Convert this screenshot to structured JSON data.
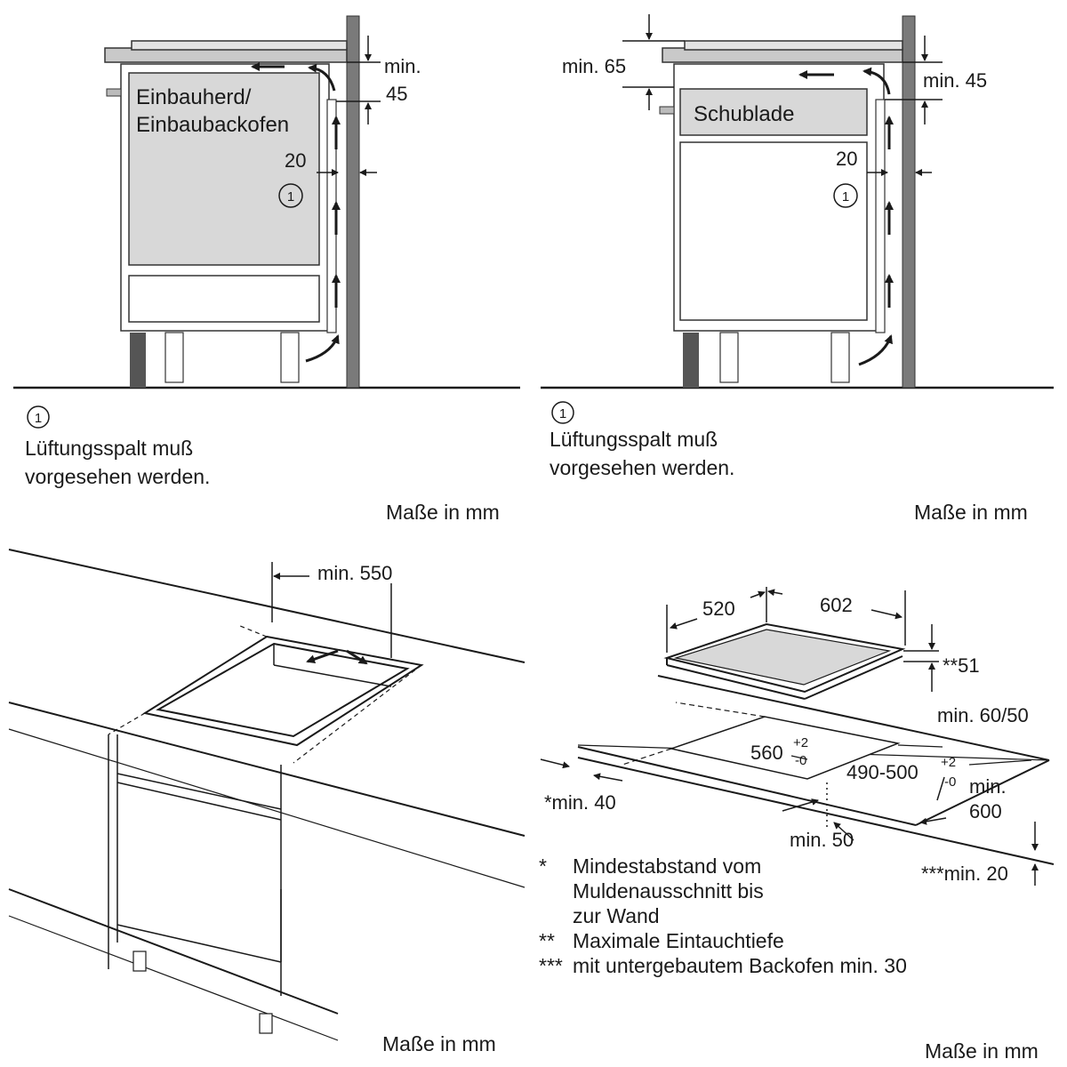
{
  "panels": {
    "top_left": {
      "appliance_label_1": "Einbauherd/",
      "appliance_label_2": "Einbaubackofen",
      "dim_min": "min.",
      "dim_45": "45",
      "dim_20": "20",
      "marker": "1"
    },
    "top_right": {
      "dim_min65": "min. 65",
      "dim_min45": "min. 45",
      "drawer_label": "Schublade",
      "dim_20": "20",
      "marker": "1"
    },
    "bottom_left": {
      "dim_min550": "min. 550"
    },
    "bottom_right": {
      "dim_520": "520",
      "dim_602": "602",
      "dim_51": "**51",
      "dim_min6050": "min. 60/50",
      "dim_560": "560",
      "tol_560_plus": "+2",
      "tol_560_minus": "-0",
      "dim_490500": "490-500",
      "tol_490_plus": "+2",
      "tol_490_minus": "-0",
      "dim_min600_1": "min.",
      "dim_min600_2": "600",
      "dim_min40": "*min. 40",
      "dim_min50": "min. 50",
      "dim_min20": "***min. 20"
    }
  },
  "notes": {
    "left_marker": "1",
    "left_line1": "Lüftungsspalt muß",
    "left_line2": "vorgesehen werden.",
    "right_marker": "1",
    "right_line1": "Lüftungsspalt muß",
    "right_line2": "vorgesehen werden."
  },
  "units": {
    "tl": "Maße in mm",
    "tr": "Maße in mm",
    "bl": "Maße in mm",
    "br": "Maße in mm"
  },
  "footnotes": [
    {
      "mark": "*",
      "text": "Mindestabstand vom"
    },
    {
      "mark": "",
      "text": "Muldenausschnitt bis"
    },
    {
      "mark": "",
      "text": "zur Wand"
    },
    {
      "mark": "**",
      "text": "Maximale Eintauchtiefe"
    },
    {
      "mark": "***",
      "text": "mit untergebautem Backofen min. 30"
    }
  ],
  "colors": {
    "line": "#1a1a1a",
    "wall": "#7a7a7a",
    "panel_gray": "#d8d8d8",
    "dark_leg": "#555555"
  }
}
